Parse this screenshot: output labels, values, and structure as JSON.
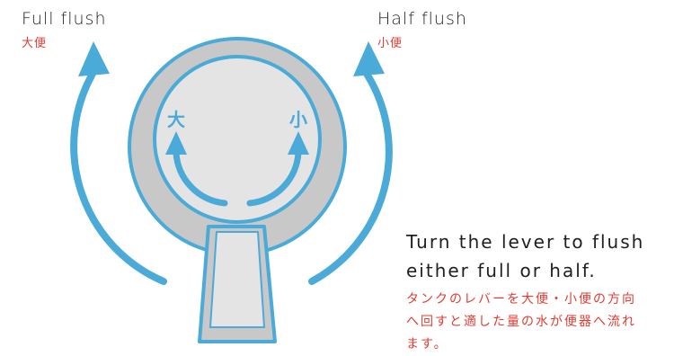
{
  "colors": {
    "text": "#1f1f1f",
    "japanese": "#e03c31",
    "arrow": "#4aaad8",
    "ring": "#c8c8c8",
    "face": "#e4e4e4",
    "outline": "#4aaad8"
  },
  "left_label": {
    "en": "Full flush",
    "jp": "大便"
  },
  "right_label": {
    "en": "Half flush",
    "jp": "小便"
  },
  "dial": {
    "left_char": "大",
    "right_char": "小"
  },
  "instructions": {
    "en_line1": "Turn the lever to flush",
    "en_line2": "either full or half.",
    "jp_line1": "タンクのレバーを大便・小便の方向",
    "jp_line2": "へ回すと適した量の水が便器へ流れ",
    "jp_line3": "ます。"
  }
}
